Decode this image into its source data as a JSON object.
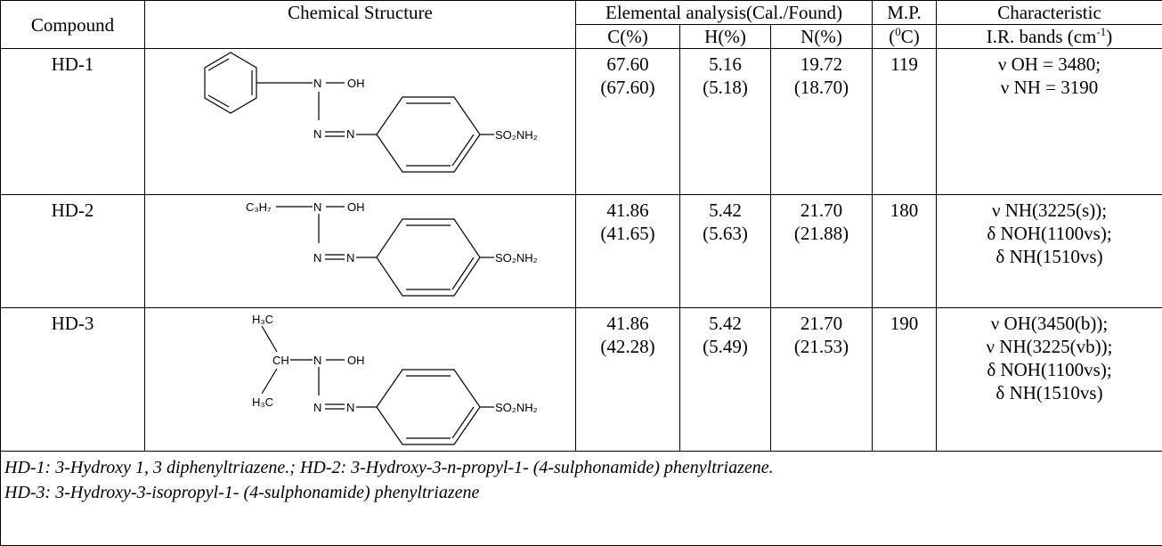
{
  "header": {
    "compound": "Compound",
    "structure": "Chemical Structure",
    "elemental": "Elemental analysis(Cal./Found)",
    "c": "C(%)",
    "h": "H(%)",
    "n": "N(%)",
    "mp_top": "M.P.",
    "mp_bottom_pre": "(",
    "mp_sup": "0",
    "mp_bottom_post": "C)",
    "char_top": "Characteristic",
    "char_bottom_pre": "I.R. bands (cm",
    "char_sup": "-1",
    "char_bottom_post": ")"
  },
  "rows": [
    {
      "compound": "HD-1",
      "c_cal": "67.60",
      "c_found": "(67.60)",
      "h_cal": "5.16",
      "h_found": "(5.18)",
      "n_cal": "19.72",
      "n_found": "(18.70)",
      "mp": "119",
      "ir": [
        "ν OH = 3480;",
        "ν NH = 3190"
      ],
      "labels": {
        "n_top": "N",
        "oh": "OH",
        "n_mid": "N",
        "n_right": "N",
        "so2": "SO₂NH₂"
      }
    },
    {
      "compound": "HD-2",
      "c_cal": "41.86",
      "c_found": "(41.65)",
      "h_cal": "5.42",
      "h_found": "(5.63)",
      "n_cal": "21.70",
      "n_found": "(21.88)",
      "mp": "180",
      "ir": [
        "ν NH(3225(s));",
        "δ NOH(1100vs);",
        "δ NH(1510vs)"
      ],
      "labels": {
        "c3h7": "C₃H₇",
        "n_top": "N",
        "oh": "OH",
        "n_mid": "N",
        "n_right": "N",
        "so2": "SO₂NH₂"
      }
    },
    {
      "compound": "HD-3",
      "c_cal": "41.86",
      "c_found": "(42.28)",
      "h_cal": "5.42",
      "h_found": "(5.49)",
      "n_cal": "21.70",
      "n_found": "(21.53)",
      "mp": "190",
      "ir": [
        "ν OH(3450(b));",
        "ν NH(3225(vb));",
        "δ NOH(1100vs);",
        "δ NH(1510vs)"
      ],
      "labels": {
        "h3c_top": "H₃C",
        "ch": "CH",
        "h3c_bot": "H₃C",
        "n_top": "N",
        "oh": "OH",
        "n_mid": "N",
        "n_right": "N",
        "so2": "SO₂NH₂"
      }
    }
  ],
  "footnote": {
    "line1": "HD-1: 3-Hydroxy 1, 3 diphenyltriazene.; HD-2: 3-Hydroxy-3-n-propyl-1- (4-sulphonamide) phenyltriazene.",
    "line2": "HD-3: 3-Hydroxy-3-isopropyl-1- (4-sulphonamide) phenyltriazene"
  }
}
